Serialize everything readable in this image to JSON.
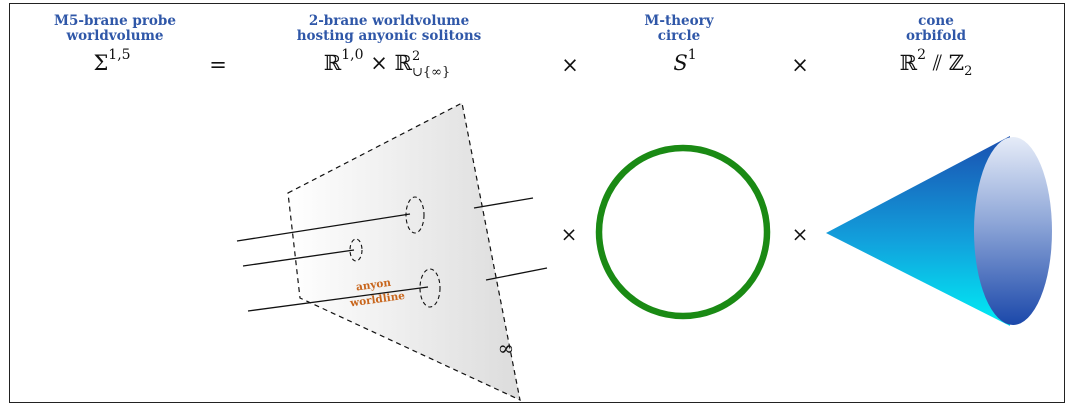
{
  "headers": {
    "m5": [
      "M5-brane probe",
      "worldvolume"
    ],
    "twobrane": [
      "2-brane worldvolume",
      "hosting anyonic solitons"
    ],
    "mtheory": [
      "M-theory",
      "circle"
    ],
    "cone": [
      "cone",
      "orbifold"
    ]
  },
  "math": {
    "sigma": "Σ",
    "sigma_sup": "1,5",
    "equals": "=",
    "r": "ℝ",
    "r10_sup": "1,0",
    "times": "×",
    "r2_sup": "2",
    "r2_sub": "∪{∞}",
    "s": "S",
    "s_sup": "1",
    "cone_base": "ℝ",
    "cone_sup": "2",
    "quotient": "⫽",
    "z": "ℤ",
    "z_sub": "2"
  },
  "diagram": {
    "anyon_label": [
      "anyon",
      "worldline"
    ],
    "infinity_label": "∞",
    "times_symbol": "×",
    "colors": {
      "header": "#2f57a8",
      "anyon_label": "#c8651b",
      "circle": "#1a8a14",
      "cone_light": "#00e0f0",
      "cone_dark": "#1a4fb0"
    }
  }
}
